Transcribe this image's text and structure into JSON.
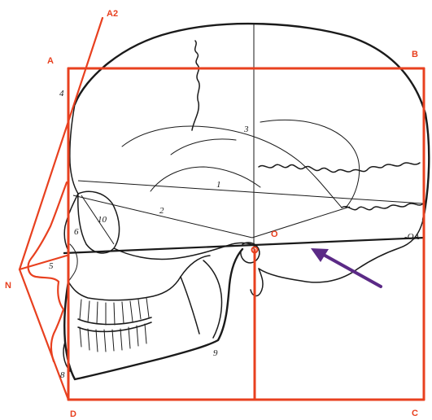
{
  "diagram": {
    "corner_labels": {
      "a": "A",
      "a2": "A2",
      "b": "B",
      "c": "C",
      "d": "D",
      "n": "N",
      "o": "O"
    },
    "line_label_oa": "-OA",
    "region_numbers": {
      "n1": "1",
      "n2": "2",
      "n3": "3",
      "n4": "4",
      "n5": "5",
      "n6": "6",
      "n8": "8",
      "n9": "9",
      "n10": "10"
    },
    "colors": {
      "frame": "#e8401f",
      "arrow": "#5b2a86",
      "skull": "#1a1a1a",
      "background": "#ffffff"
    },
    "elements": {
      "subject": "skull-lateral-view",
      "frame_shape": "rectangle-with-vertical-divider",
      "arrow_icon": "pointer-arrow-icon"
    }
  }
}
